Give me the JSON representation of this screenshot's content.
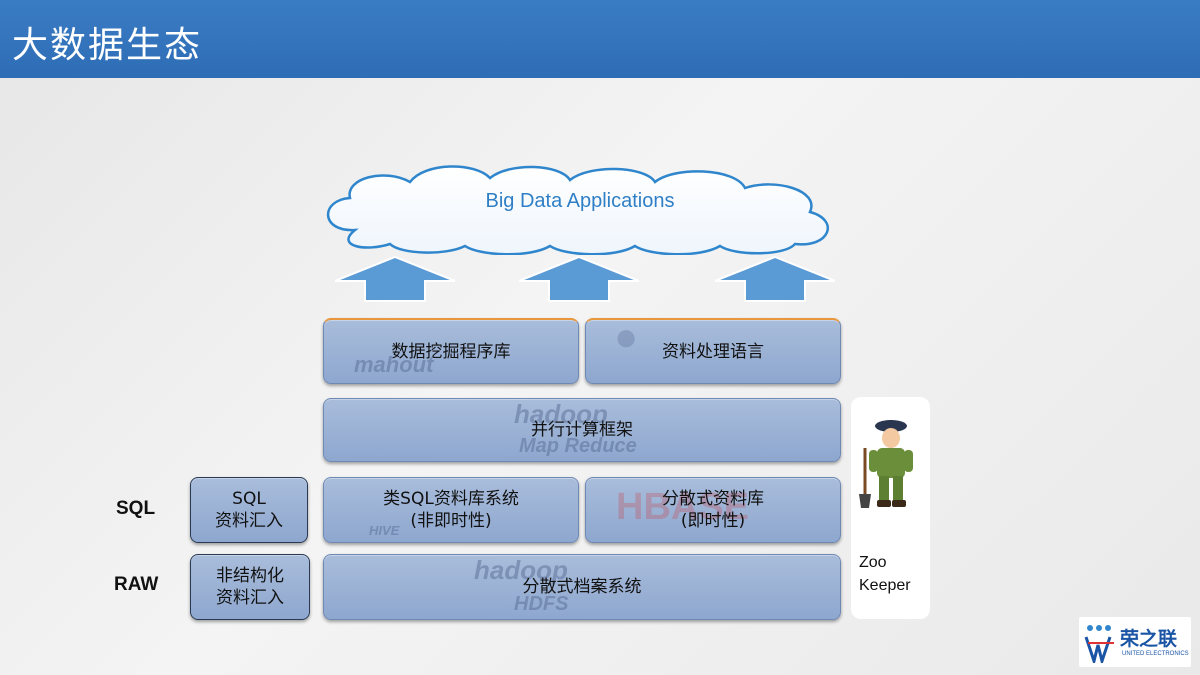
{
  "header": {
    "title": "大数据生态"
  },
  "cloud": {
    "label": "Big Data Applications"
  },
  "layers": {
    "mining": {
      "label": "数据挖掘程序库",
      "ghost": "mahout"
    },
    "language": {
      "label": "资料处理语言"
    },
    "compute": {
      "label": "并行计算框架",
      "ghost": "hadoop",
      "ghost2": "Map Reduce"
    },
    "sql_db": {
      "line1": "类SQL资料库系统",
      "line2": "(非即时性)",
      "ghost": "HIVE"
    },
    "dist_db": {
      "line1": "分散式资料库",
      "line2": "(即时性)",
      "ghost": "HBASE"
    },
    "fs": {
      "label": "分散式档案系统",
      "ghost": "hadoop",
      "ghost2": "HDFS"
    },
    "sql_import": {
      "line1": "SQL",
      "line2": "资料汇入"
    },
    "raw_import": {
      "line1": "非结构化",
      "line2": "资料汇入"
    }
  },
  "side_labels": {
    "sql": "SQL",
    "raw": "RAW"
  },
  "zookeeper": {
    "line1": "Zoo",
    "line2": "Keeper"
  },
  "logo": {
    "name": "荣之联",
    "subtitle": "UNITED ELECTRONICS"
  },
  "colors": {
    "header": "#2e6db5",
    "box_fill": "#9db3d6",
    "arrow": "#5b9bd5",
    "cloud_text": "#2f7fc6"
  }
}
